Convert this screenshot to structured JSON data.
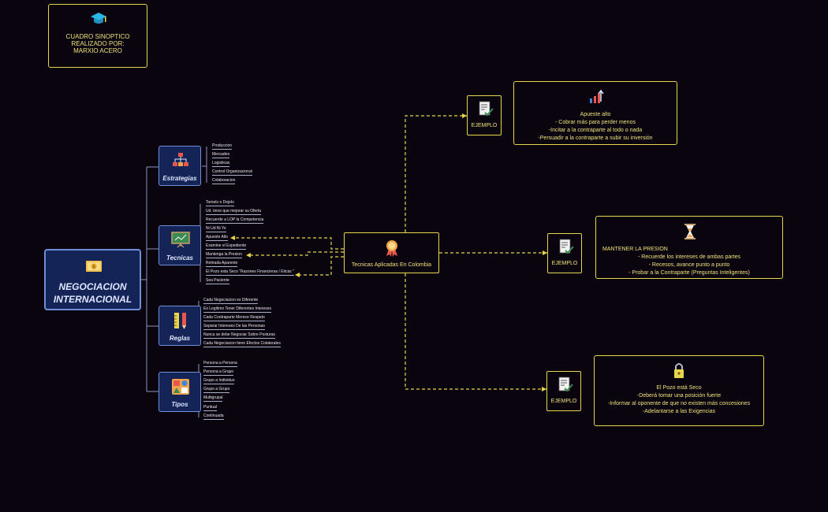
{
  "credit": {
    "lines": [
      "CUADRO SINOPTICO",
      "REALIZADO POR:",
      "MARXIO ACERO"
    ]
  },
  "main": {
    "title_line1": "NEGOCIACION",
    "title_line2": "INTERNACIONAL",
    "icon": "money-icon"
  },
  "categories": [
    {
      "label": "Estrategias",
      "icon": "flowchart-icon",
      "items": [
        "Produccion",
        "Mercadeo",
        "Logisticas",
        "Control Organizacional",
        "Colaboracion"
      ]
    },
    {
      "label": "Tecnicas",
      "icon": "presentation-board-icon",
      "items": [
        "Tomelo o Dejelo",
        "Ud. tiene que mejorar su Oferta",
        "Recuerde a LOP la Competencia",
        "Ni Ud Ni Yo",
        "Apueste Alto",
        "Examine el Expediente",
        "Mantenga la Presion",
        "Retirada Aparente",
        "El Pozo esta Seco \"Razones Financieras / Eticas \"",
        "Sea Paciente"
      ]
    },
    {
      "label": "Reglas",
      "icon": "ruler-pencil-icon",
      "items": [
        "Cada Negociacion es Diferente",
        "Es Legitimo Tener Diferentes Intereses",
        "Cada Contraparte Merece Respeto",
        "Separar Intereses De las Personas",
        "Nunca se debe Negociar Sobre Posturas",
        "Cada Negociacion tiene Efectos Colaterales"
      ]
    },
    {
      "label": "Tipos",
      "icon": "shapes-grid-icon",
      "items": [
        "Persona a Persona",
        "Persona a Grupo",
        "Grupo a Individuo",
        "Grupo a Grupo",
        "Multigrupal",
        "Puntual",
        "Continuada"
      ]
    }
  ],
  "center": {
    "label": "Tecnicas Aplicadas En Colombia",
    "icon": "award-medal-icon"
  },
  "examples": [
    {
      "label": "EJEMPLO",
      "icon": "checklist-icon",
      "detail_icon": "growth-chart-icon",
      "lines": [
        "Apueste alto",
        "- Cobrar más para perder menos",
        "-Incitar a la contraparte al todo o nada",
        "-Persuadir a la contraparte a subir su inversión"
      ]
    },
    {
      "label": "EJEMPLO",
      "icon": "checklist-icon",
      "detail_icon": "hourglass-icon",
      "lines": [
        "MANTENER LA PRESION",
        "- Recuerde los intereses de ambas partes",
        "- Recesos, avance punto a punto",
        "- Probar a la Contraparte (Preguntas Inteligentes)"
      ]
    },
    {
      "label": "EJEMPLO",
      "icon": "checklist-icon",
      "detail_icon": "padlock-icon",
      "lines": [
        "El Pozo está Seco",
        "-Deberá tomar una posición fuerte",
        "-Informar al oponente de que no existen más concesiones",
        "-Adelantarse a las Exigencias"
      ]
    }
  ],
  "colors": {
    "background": "#0a040f",
    "accent_yellow": "#e8d44d",
    "node_blue": "#152457",
    "node_border": "#6f8fd8"
  }
}
